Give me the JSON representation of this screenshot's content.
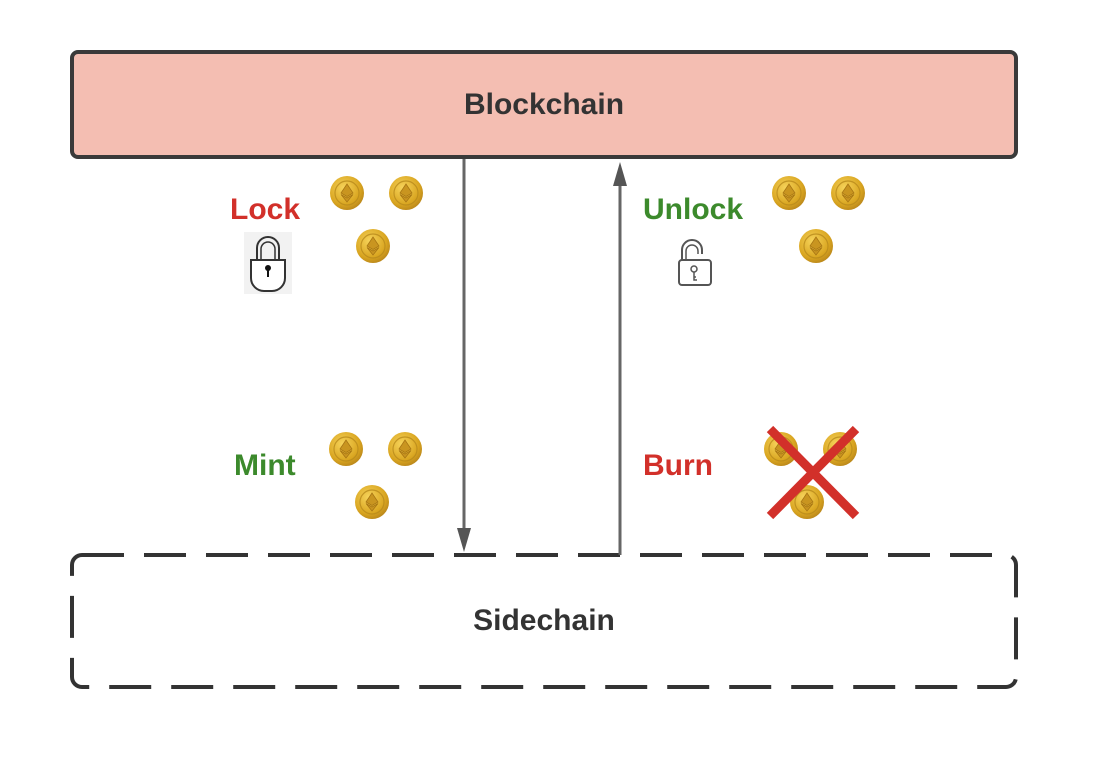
{
  "diagram": {
    "top_box": {
      "label": "Blockchain",
      "fill": "#f4beb2"
    },
    "bottom_box": {
      "label": "Sidechain",
      "style": "dashed"
    },
    "arrows": [
      {
        "from": "Blockchain",
        "to": "Sidechain",
        "direction": "down"
      },
      {
        "from": "Sidechain",
        "to": "Blockchain",
        "direction": "up"
      }
    ],
    "steps": {
      "lock": {
        "label": "Lock",
        "color": "#d2302a",
        "icon": "padlock-closed-icon",
        "coins": 3
      },
      "unlock": {
        "label": "Unlock",
        "color": "#3c8a2c",
        "icon": "padlock-open-icon",
        "coins": 3
      },
      "mint": {
        "label": "Mint",
        "color": "#3c8a2c",
        "coins": 3
      },
      "burn": {
        "label": "Burn",
        "color": "#d2302a",
        "coins": 3,
        "overlay": "red-x-icon"
      }
    }
  }
}
